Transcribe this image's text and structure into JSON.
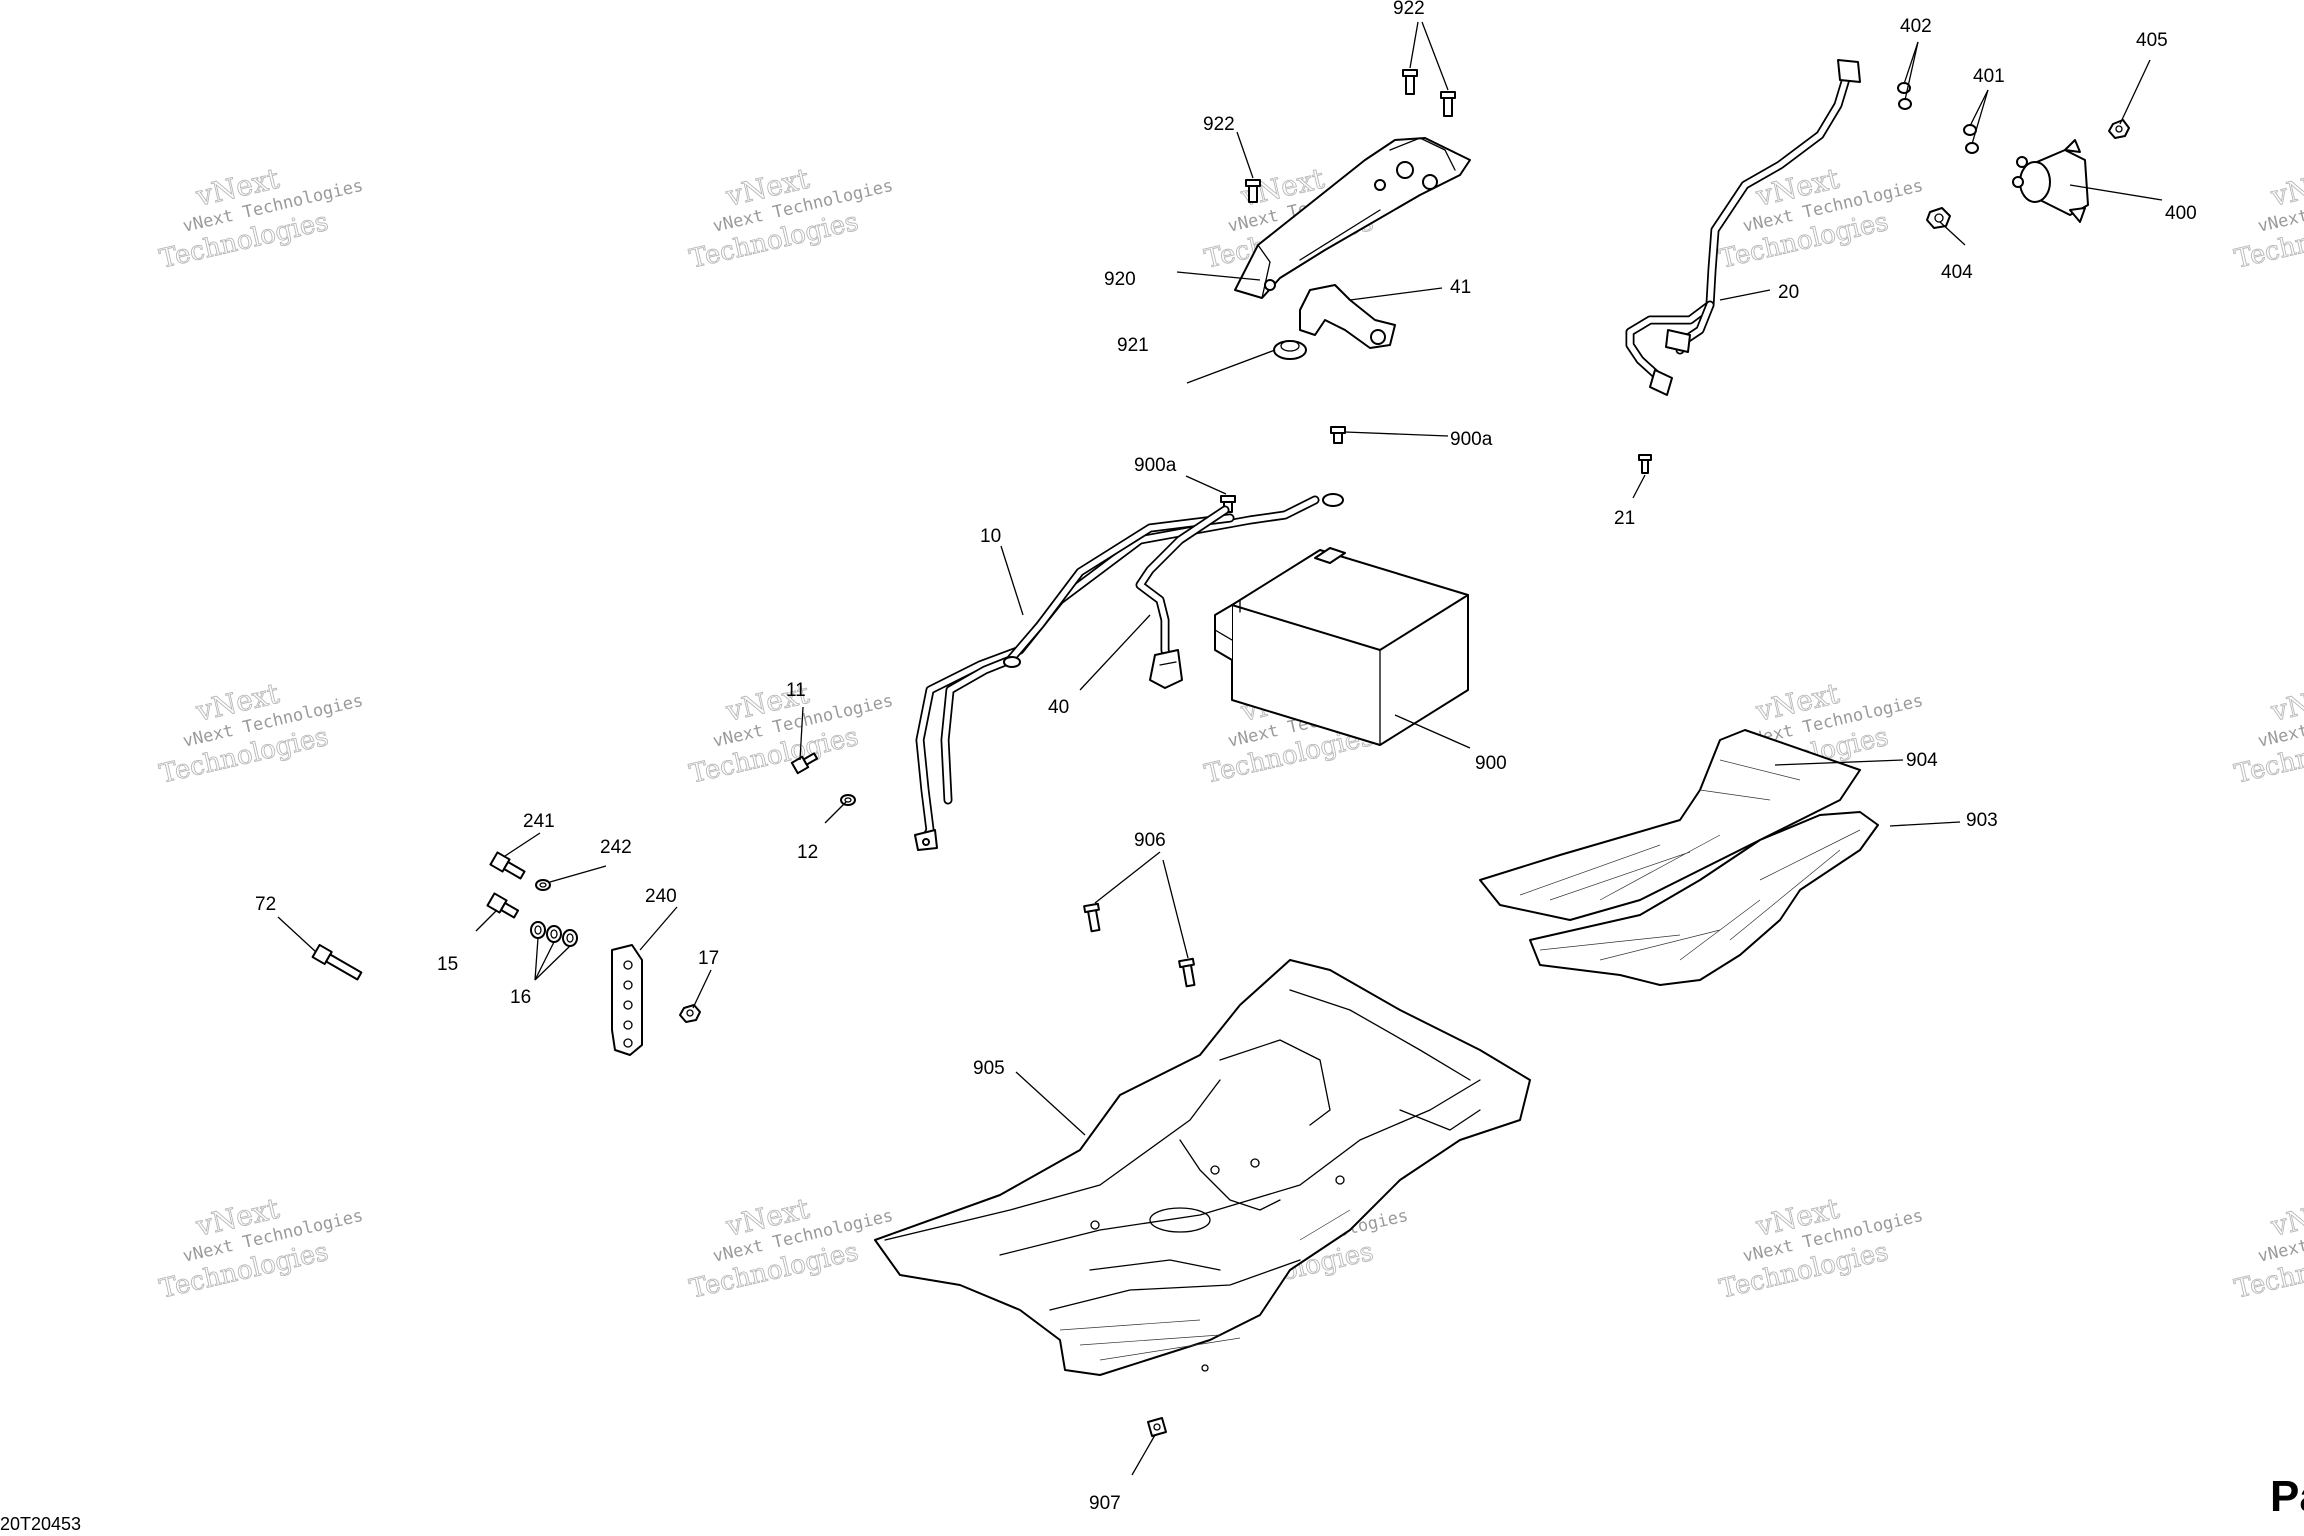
{
  "diagram": {
    "code": "20T20453",
    "page_mark": "Pa",
    "watermark": {
      "line1": "vNext",
      "line2": "vNext Technologies",
      "line3": "Technologies"
    },
    "callouts": {
      "c922_top": "922",
      "c922": "922",
      "c920": "920",
      "c41": "41",
      "c921": "921",
      "c900a_r": "900a",
      "c900a_l": "900a",
      "c10": "10",
      "c40": "40",
      "c900": "900",
      "c11": "11",
      "c12": "12",
      "c241": "241",
      "c242": "242",
      "c240": "240",
      "c72": "72",
      "c15": "15",
      "c16": "16",
      "c17": "17",
      "c402": "402",
      "c401": "401",
      "c405": "405",
      "c400": "400",
      "c404": "404",
      "c20": "20",
      "c21": "21",
      "c904": "904",
      "c903": "903",
      "c906": "906",
      "c905": "905",
      "c907": "907"
    }
  }
}
